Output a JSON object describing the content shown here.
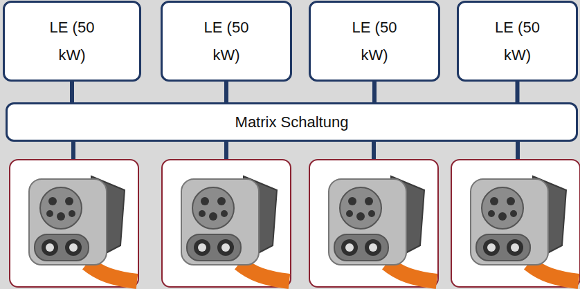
{
  "diagram": {
    "nodes": [
      {
        "text": [
          "LE (50 kW)"
        ]
      },
      {
        "text": [
          "LE (50 kW)"
        ]
      },
      {
        "text": [
          "LE (50 kW)"
        ]
      },
      {
        "text": [
          "LE (50 kW)"
        ]
      },
      {
        "text": [
          "Matrix Schaltung"
        ]
      }
    ],
    "edges": [
      {
        "from": 0,
        "to": 4,
        "arrow": "none"
      },
      {
        "from": 1,
        "to": 4,
        "arrow": "none"
      },
      {
        "from": 2,
        "to": 4,
        "arrow": "none"
      },
      {
        "from": 3,
        "to": 4,
        "arrow": "none"
      }
    ]
  }
}
